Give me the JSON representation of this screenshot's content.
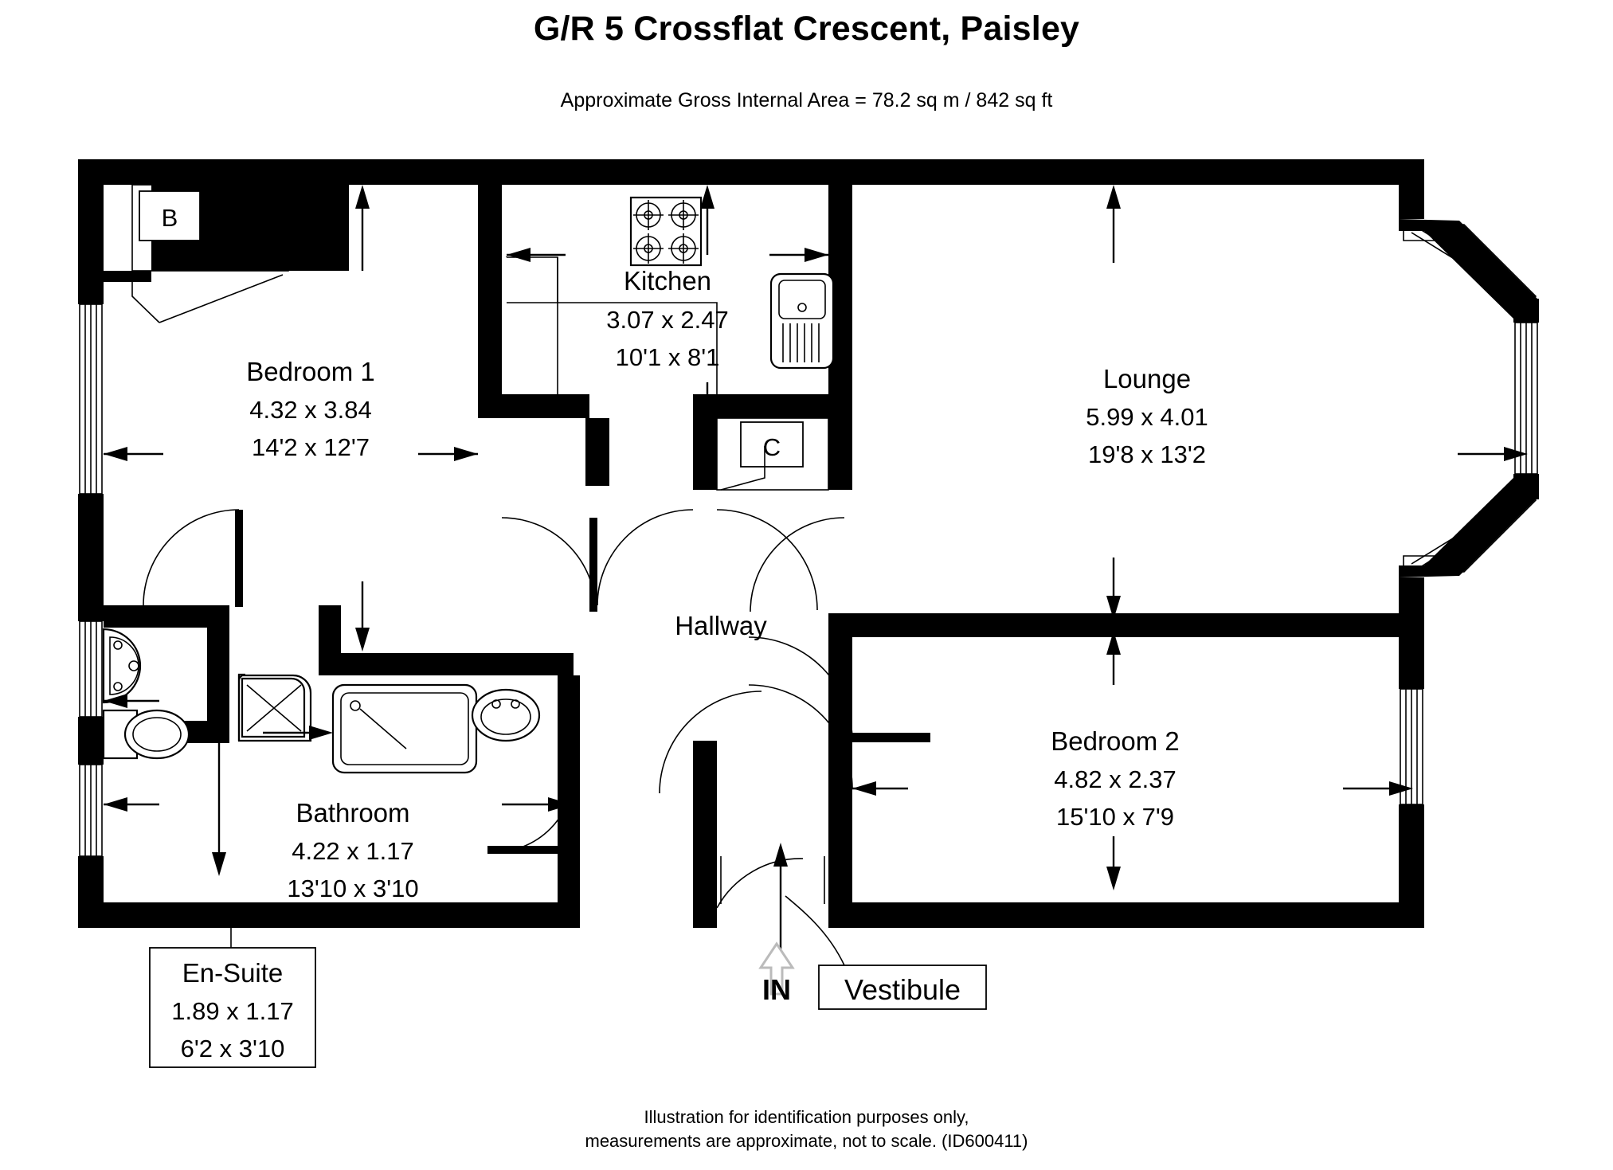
{
  "header": {
    "title": "G/R 5 Crossflat Crescent, Paisley",
    "area_note": "Approximate Gross Internal Area = 78.2 sq m / 842 sq ft"
  },
  "footer": {
    "line1": "Illustration for identification purposes only,",
    "line2": "measurements are approximate, not to scale. (ID600411)"
  },
  "rooms": {
    "bedroom1": {
      "name": "Bedroom 1",
      "metric": "4.32 x 3.84",
      "imperial": "14'2 x 12'7"
    },
    "kitchen": {
      "name": "Kitchen",
      "metric": "3.07 x 2.47",
      "imperial": "10'1 x 8'1"
    },
    "lounge": {
      "name": "Lounge",
      "metric": "5.99 x 4.01",
      "imperial": "19'8 x 13'2"
    },
    "bedroom2": {
      "name": "Bedroom 2",
      "metric": "4.82 x 2.37",
      "imperial": "15'10 x 7'9"
    },
    "bathroom": {
      "name": "Bathroom",
      "metric": "4.22 x 1.17",
      "imperial": "13'10 x 3'10"
    },
    "ensuite": {
      "name": "En-Suite",
      "metric": "1.89 x 1.17",
      "imperial": "6'2 x 3'10"
    },
    "hallway": {
      "name": "Hallway"
    },
    "vestibule": {
      "name": "Vestibule"
    }
  },
  "labels": {
    "cupboard_b": "B",
    "cupboard_c": "C",
    "entrance": "IN"
  },
  "colors": {
    "wall": "#000000",
    "background": "#ffffff",
    "text": "#000000"
  }
}
